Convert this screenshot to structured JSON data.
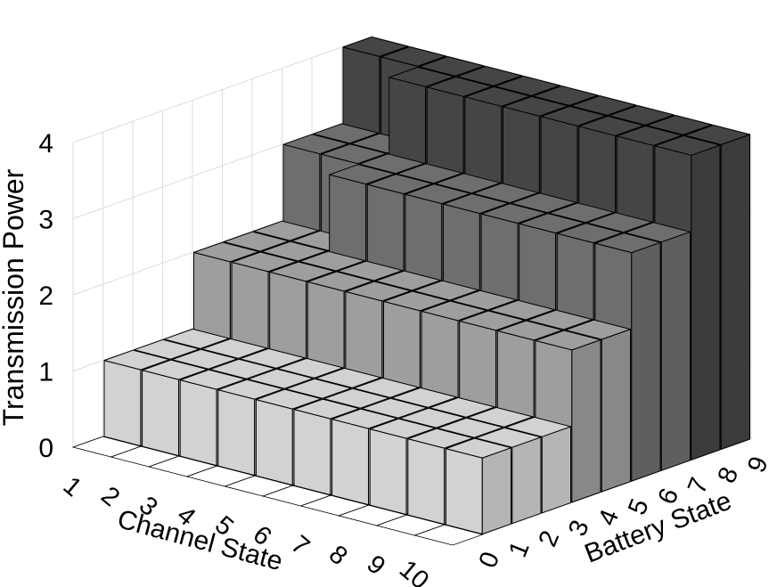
{
  "chart_data": {
    "type": "bar3d",
    "title": "",
    "xlabel": "Channel State",
    "ylabel": "Battery State",
    "zlabel": "Transmission Power",
    "x_ticks": [
      "1",
      "2",
      "3",
      "4",
      "5",
      "6",
      "7",
      "8",
      "9",
      "10"
    ],
    "y_ticks": [
      "0",
      "1",
      "2",
      "3",
      "4",
      "5",
      "6",
      "7",
      "8",
      "9"
    ],
    "z_ticks": [
      "0",
      "1",
      "2",
      "3",
      "4"
    ],
    "zlim": [
      0,
      4
    ],
    "grid": true,
    "level_colors": {
      "1": "#d2d2d2",
      "2": "#9e9e9e",
      "3": "#6e6e6e",
      "4": "#454545"
    },
    "values_by_battery_state": [
      [
        0,
        0,
        0,
        0,
        0,
        0,
        0,
        0,
        0,
        0
      ],
      [
        1,
        1,
        1,
        1,
        1,
        1,
        1,
        1,
        1,
        1
      ],
      [
        1,
        1,
        1,
        1,
        1,
        1,
        1,
        1,
        1,
        1
      ],
      [
        1,
        1,
        1,
        1,
        1,
        1,
        1,
        1,
        1,
        1
      ],
      [
        2,
        2,
        2,
        2,
        2,
        2,
        2,
        2,
        2,
        2
      ],
      [
        2,
        2,
        2,
        2,
        2,
        2,
        2,
        2,
        2,
        2
      ],
      [
        2,
        2,
        3,
        3,
        3,
        3,
        3,
        3,
        3,
        3
      ],
      [
        3,
        3,
        3,
        3,
        3,
        3,
        3,
        3,
        3,
        3
      ],
      [
        3,
        3,
        4,
        4,
        4,
        4,
        4,
        4,
        4,
        4
      ],
      [
        4,
        4,
        4,
        4,
        4,
        4,
        4,
        4,
        4,
        4
      ]
    ]
  }
}
